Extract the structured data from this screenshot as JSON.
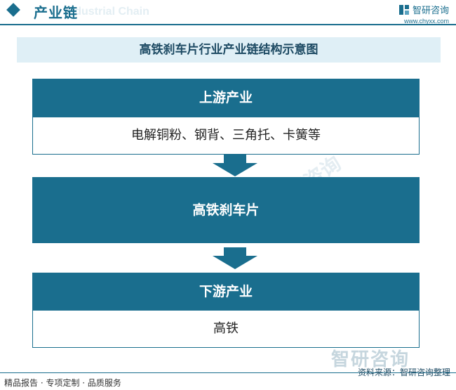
{
  "header": {
    "section_title": "产业链",
    "section_title_en": "Industrial Chain",
    "brand_name": "智研咨询",
    "brand_url": "www.chyxx.com"
  },
  "diagram": {
    "title": "高铁刹车片行业产业链结构示意图",
    "upstream": {
      "label": "上游产业",
      "content": "电解铜粉、钢背、三角托、卡簧等"
    },
    "midstream": {
      "label": "高铁刹车片"
    },
    "downstream": {
      "label": "下游产业",
      "content": "高铁"
    }
  },
  "footer": {
    "tags": "精品报告 · 专项定制 · 品质服务",
    "source": "资料来源：智研咨询整理",
    "watermark": "智研咨询"
  },
  "colors": {
    "primary": "#1a6e8e",
    "title_bg": "#dfeff6"
  }
}
